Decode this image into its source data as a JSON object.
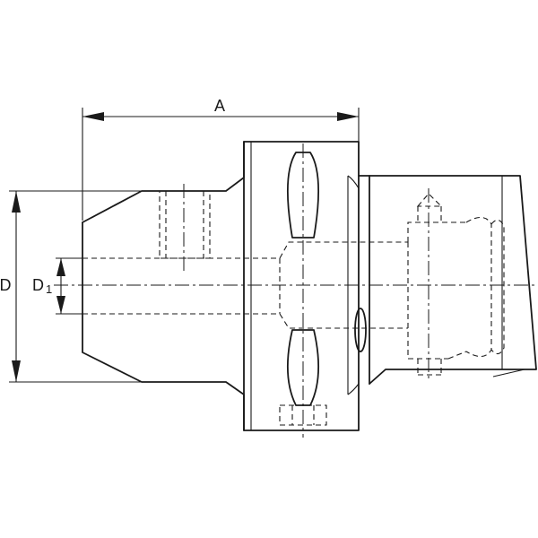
{
  "dimensions": {
    "length_label": "A",
    "outer_diameter_label": "D",
    "bore_diameter_label": "D",
    "bore_diameter_subscript": "1"
  }
}
